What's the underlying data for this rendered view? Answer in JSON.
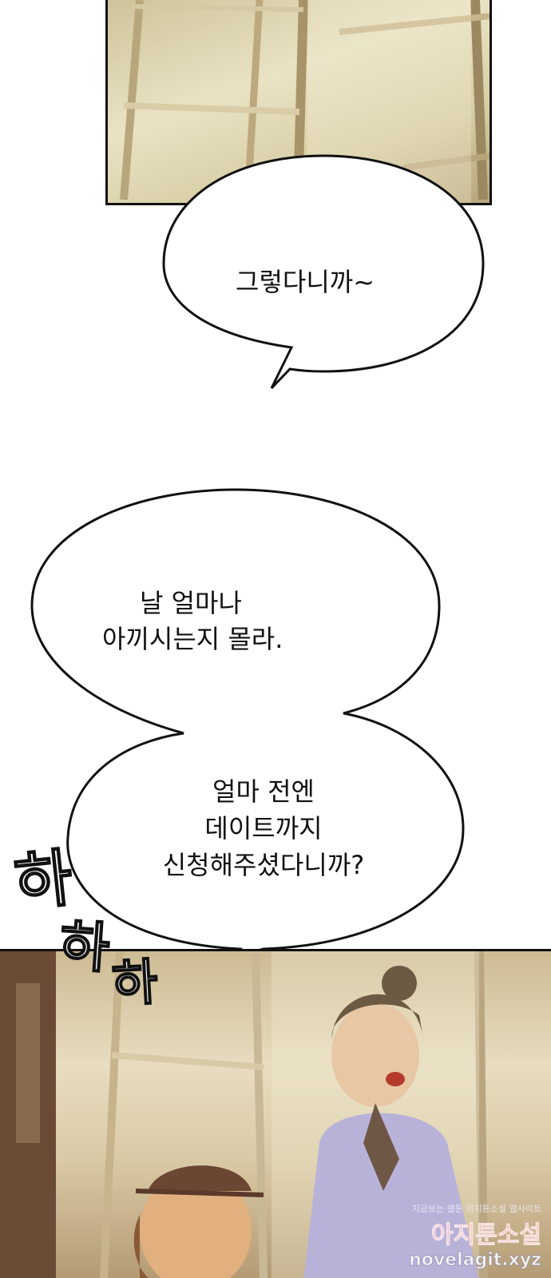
{
  "bubbles": {
    "first": {
      "line1": "그렇다니까~"
    },
    "second": {
      "line1": "날 얼마나",
      "line2": "아끼시는지 몰라."
    },
    "third": {
      "line1": "얼마 전엔",
      "line2": "데이트까지",
      "line3": "신청해주셨다니까?"
    }
  },
  "sfx": {
    "s1": "하",
    "s2": "하",
    "s3": "하"
  },
  "watermark": {
    "small": "지금보는 웹툰 아지툰소설 웹사이트",
    "brand": "아지툰소설",
    "url": "novelagit.xyz"
  }
}
